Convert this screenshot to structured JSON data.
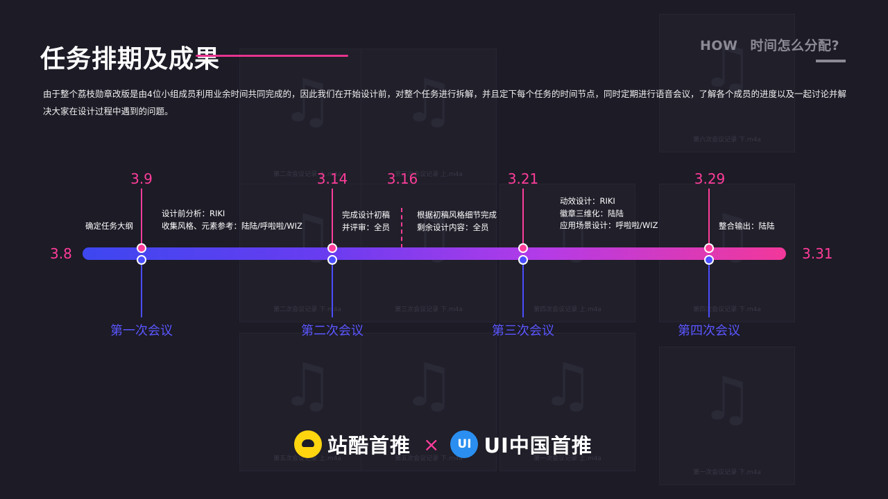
{
  "header": {
    "title": "任务排期及成果",
    "how": "HOW",
    "question": "时间怎么分配?"
  },
  "description": "由于整个荔枝勋章改版是由4位小组成员利用业余时间共同完成的，因此我们在开始设计前，对整个任务进行拆解，并且定下每个任务的时间节点，同时定期进行语音会议，了解各个成员的进度以及一起讨论并解决大家在设计过程中遇到的问题。",
  "timeline": {
    "start": "3.8",
    "end": "3.31",
    "milestones": [
      {
        "date": "3.9",
        "meeting": "第一次会议"
      },
      {
        "date": "3.14",
        "meeting": "第二次会议"
      },
      {
        "date": "3.21",
        "meeting": "第三次会议"
      },
      {
        "date": "3.29",
        "meeting": "第四次会议"
      }
    ],
    "midpoint_date": "3.16",
    "tasks": [
      [
        "确定任务大纲"
      ],
      [
        "设计前分析：RIKI",
        "收集风格、元素参考：陆陆/呼啦啦/WIZ"
      ],
      [
        "完成设计初稿",
        "并评审：全员"
      ],
      [
        "根据初稿风格细节完成",
        "剩余设计内容：全员"
      ],
      [
        "动效设计：RIKI",
        "徽章三维化：陆陆",
        "应用场景设计：呼啦啦/WIZ"
      ],
      [
        "整合输出：陆陆"
      ]
    ]
  },
  "background_files": [
    "第二次会议记录 上.m4a",
    "第三次会议记录 上.m4a",
    "第六次会议记录 下.m4a",
    "第二次会议记录 下.m4a",
    "第三次会议记录 下.m4a",
    "第四次会议记录 上.m4a",
    "第四次会议记录 下.m4a",
    "第五次会议记录 上.m4a",
    "第五次会议记录 下.m4a",
    "第一次会议记录 上.m4a",
    "第一次会议记录 下.m4a"
  ],
  "footer": {
    "brand1": "站酷首推",
    "cross": "×",
    "brand2_icon": "UI",
    "brand2": "UI中国首推"
  },
  "colors": {
    "background": "#1c1b26",
    "accent_pink": "#ff3d9a",
    "accent_blue": "#4b4dff",
    "gradient_start": "#3d47f0",
    "gradient_end": "#f2389a",
    "zcool_yellow": "#ffd50f",
    "uichina_blue": "#2a8ff0"
  }
}
